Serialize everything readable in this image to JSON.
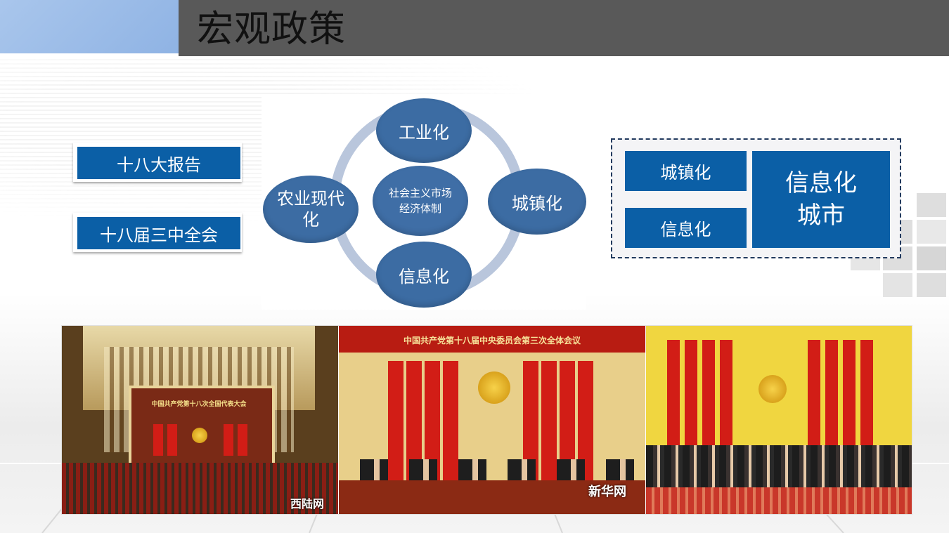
{
  "header": {
    "title": "宏观政策"
  },
  "sidebar": {
    "items": [
      {
        "label": "十八大报告"
      },
      {
        "label": "十八届三中全会"
      }
    ]
  },
  "diagram": {
    "center": {
      "line1": "社会主义市场",
      "line2": "经济体制"
    },
    "nodes": {
      "top": "工业化",
      "right": "城镇化",
      "bottom": "信息化",
      "left_line1": "农业现代",
      "left_line2": "化"
    }
  },
  "right_panel": {
    "cell1": "城镇化",
    "cell2": "信息化",
    "big_line1": "信息化",
    "big_line2": "城市"
  },
  "photos": {
    "p1": {
      "banner": "中国共产党第十八次全国代表大会",
      "watermark": "西陆网"
    },
    "p2": {
      "banner": "中国共产党第十八届中央委员会第三次全体会议",
      "watermark": "新华网"
    },
    "p3": {}
  },
  "colors": {
    "header_bar": "#595959",
    "header_accent": "#a9c6ec",
    "primary_blue": "#0b5fa6",
    "node_blue": "#3c6ca3",
    "ring": "#b9c6dc"
  }
}
